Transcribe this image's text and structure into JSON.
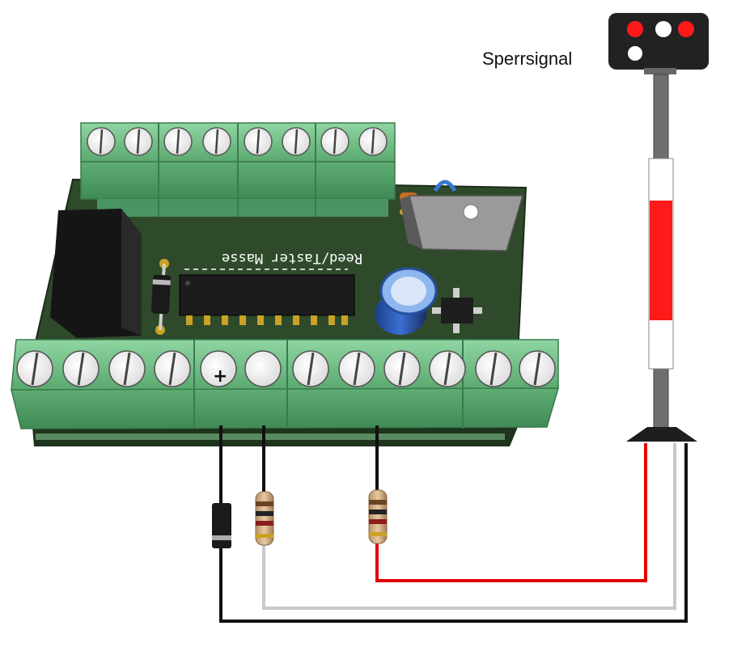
{
  "diagram": {
    "signal_label": "Sperrsignal",
    "pcb_silkscreen": "Reed/Taster Masse",
    "terminal_plus": "+",
    "colors": {
      "pcb": "#2e4a2a",
      "terminal": "#6fbf85",
      "wire_red": "#e00000",
      "wire_gray": "#c8c8c8",
      "wire_black": "#111111",
      "signal_head": "#222222",
      "lamp_red": "#ff1a1a",
      "lamp_white": "#ffffff"
    },
    "components": [
      "relay",
      "diode",
      "ic",
      "capacitor",
      "voltage-regulator",
      "bridge-rectifier",
      "resistor",
      "resistor",
      "diode"
    ]
  }
}
